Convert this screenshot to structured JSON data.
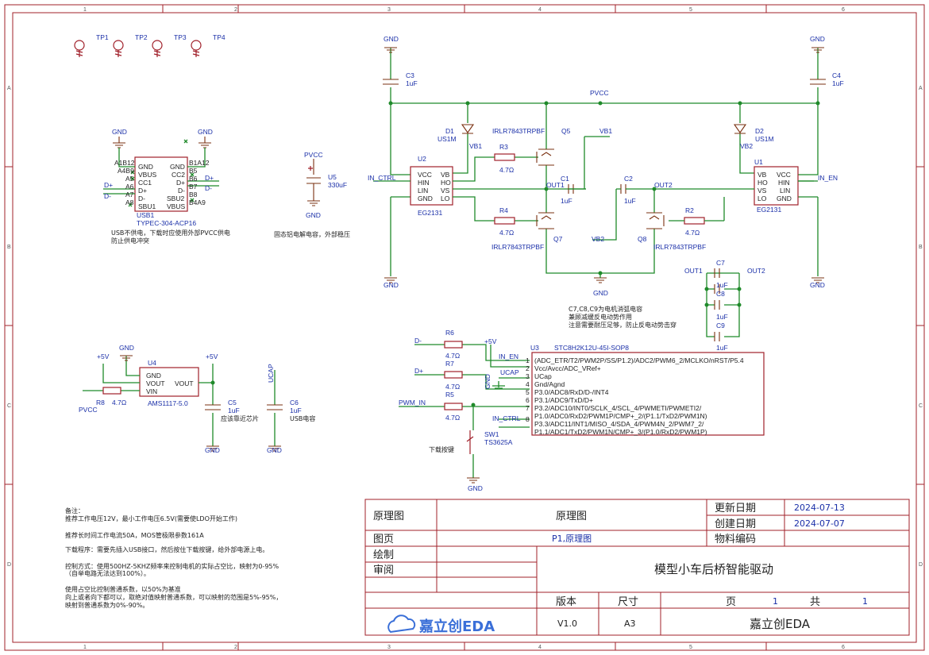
{
  "grid": {
    "cols": [
      "1",
      "2",
      "3",
      "4",
      "5",
      "6"
    ],
    "rows": [
      "A",
      "B",
      "C",
      "D"
    ]
  },
  "net": {
    "gnd": "GND",
    "pvcc": "PVCC",
    "vb1": "VB1",
    "vb2": "VB2",
    "out1": "OUT1",
    "out2": "OUT2",
    "in_ctrl": "IN_CTRL",
    "in_en": "IN_EN",
    "pwm_in": "PWM_IN",
    "dplus": "D+",
    "dminus": "D-",
    "plus5v": "+5V",
    "ucap": "UCAP"
  },
  "test_points": [
    "TP1",
    "TP2",
    "TP3",
    "TP4"
  ],
  "usb": {
    "ref": "USB1",
    "part": "TYPEC-304-ACP16",
    "pins_left": [
      "GND",
      "VBUS",
      "CC1",
      "D+",
      "D-",
      "SBU1"
    ],
    "pins_right": [
      "GND",
      "CC2",
      "D+",
      "D-",
      "SBU2",
      "VBUS"
    ],
    "pinno_left": [
      "A1B12",
      "A4B9",
      "A5",
      "A6",
      "A7",
      "A8"
    ],
    "pinno_right": [
      "B1A12",
      "B5",
      "B6",
      "B7",
      "B8",
      "B4A9"
    ],
    "note1": "USB不供电，下载时应使用外部PVCC供电",
    "note2": "防止供电冲突"
  },
  "u5": {
    "ref": "U5",
    "value": "330uF",
    "note": "固态铝电解电容，外部稳压"
  },
  "u2": {
    "ref": "U2",
    "part": "EG2131",
    "pins_l": [
      "VCC",
      "HIN",
      "LIN",
      "GND"
    ],
    "pins_r": [
      "VB",
      "HO",
      "VS",
      "LO"
    ]
  },
  "u1": {
    "ref": "U1",
    "part": "EG2131",
    "pins_l": [
      "VB",
      "HO",
      "VS",
      "LO"
    ],
    "pins_r": [
      "VCC",
      "HIN",
      "LIN",
      "GND"
    ]
  },
  "parts": {
    "c3": {
      "ref": "C3",
      "value": "1uF"
    },
    "c4": {
      "ref": "C4",
      "value": "1uF"
    },
    "d1": {
      "ref": "D1",
      "value": "US1M"
    },
    "d2": {
      "ref": "D2",
      "value": "US1M"
    },
    "r3": {
      "ref": "R3",
      "value": "4.7Ω"
    },
    "r4": {
      "ref": "R4",
      "value": "4.7Ω"
    },
    "r2": {
      "ref": "R2",
      "value": "4.7Ω"
    },
    "q5": {
      "ref": "Q5",
      "part": "IRLR7843TRPBF"
    },
    "q7": {
      "ref": "Q7",
      "part": "IRLR7843TRPBF"
    },
    "q8": {
      "ref": "Q8",
      "part": "IRLR7843TRPBF"
    },
    "c1": {
      "ref": "C1",
      "value": "1uF"
    },
    "c2": {
      "ref": "C2",
      "value": "1uF"
    },
    "c7": {
      "ref": "C7",
      "value": "1uF"
    },
    "c8": {
      "ref": "C8",
      "value": "1uF"
    },
    "c9": {
      "ref": "C9",
      "value": "1uF"
    },
    "r6": {
      "ref": "R6",
      "value": "4.7Ω"
    },
    "r7": {
      "ref": "R7",
      "value": "4.7Ω"
    },
    "r5": {
      "ref": "R5",
      "value": "4.7Ω"
    },
    "r8": {
      "ref": "R8",
      "value": "4.7Ω"
    },
    "c5": {
      "ref": "C5",
      "value": "1uF",
      "note": "应该靠近芯片"
    },
    "c6": {
      "ref": "C6",
      "value": "1uF",
      "note": "USB电容"
    },
    "sw1": {
      "ref": "SW1",
      "part": "TS3625A",
      "note": "下载按键"
    }
  },
  "cap_note": [
    "C7,C8,C9为电机消弧电容",
    "兼顾减缓反电动势作用",
    "注意需要耐压足够，防止反电动势击穿"
  ],
  "u3": {
    "ref": "U3",
    "part": "STC8H2K12U-45I-SOP8",
    "pins": [
      "(ADC_ETR/T2/PWM2P/SS/P1.2)/ADC2/PWM6_2/MCLKO/nRST/P5.4",
      "Vcc/Avcc/ADC_VRef+",
      "UCap",
      "Gnd/Agnd",
      "P3.0/ADC8/RxD/D-/INT4",
      "P3.1/ADC9/TxD/D+",
      "P3.2/ADC10/INT0/SCLK_4/SCL_4/PWMETI/PWMETI2/",
      "P1.0/ADC0/RxD2/PWM1P/CMP+_2/(P1.1/TxD2/PWM1N)",
      "P3.3/ADC11/INT1/MISO_4/SDA_4/PWM4N_2/PWM7_2/",
      "P1.1/ADC1/TxD2/PWM1N/CMP+_3/(P1.0/RxD2/PWM1P)"
    ],
    "pinno": [
      "1",
      "2",
      "3",
      "4",
      "5",
      "6",
      "7",
      "8"
    ]
  },
  "u4": {
    "ref": "U4",
    "part": "AMS1117-5.0",
    "pins": [
      "GND",
      "VOUT",
      "VIN"
    ],
    "pin_out": "VOUT"
  },
  "notes": [
    "备注：",
    "推荐工作电压12V，最小工作电压6.5V(需要使LDO开始工作)",
    "推荐长时间工作电流50A，MOS管极限参数161A",
    "下载程序：需要先插入USB接口，然后按住下载按键，给外部电源上电。",
    "控制方式：使用500HZ-5KHZ频率来控制电机的实际占空比，映射为0-95%",
    "（自举电路无法达到100%）。",
    "使用占空比控制普通系数，以50%为基准",
    "向上或者向下都可以，取绝对值映射普通系数，可以映射的范围是5%-95%，",
    "映射到普通系数为0%-90%。"
  ],
  "title_block": {
    "lbl_sheet_type": "原理图",
    "sheet_type": "原理图",
    "lbl_updated": "更新日期",
    "updated": "2024-07-13",
    "lbl_created": "创建日期",
    "created": "2024-07-07",
    "lbl_page": "图页",
    "page_name": "P1,原理图",
    "lbl_part_no": "物料编码",
    "lbl_drawn": "绘制",
    "lbl_review": "审阅",
    "project": "模型小车后桥智能驱动",
    "lbl_version": "版本",
    "lbl_size": "尺寸",
    "lbl_pg": "页",
    "pg": "1",
    "lbl_of": "共",
    "of": "1",
    "version": "V1.0",
    "size": "A3",
    "logo": "嘉立创EDA",
    "company": "嘉立创EDA"
  }
}
